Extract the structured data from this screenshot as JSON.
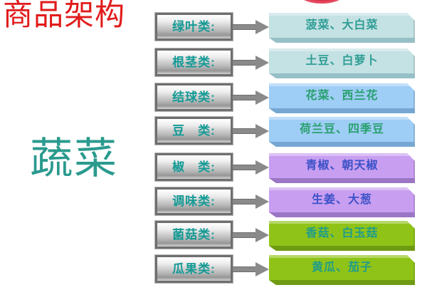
{
  "page": {
    "title": "商品架构",
    "side_label": "蔬菜"
  },
  "colors": {
    "title_red": "#e11b1b",
    "side_label_teal": "#2a9a8e",
    "category_box_text": "#149a95",
    "arrow_gray": "#8a8a8a",
    "group_cyan_fill": "#c4e1e4",
    "group_cyan_text": "#2f9e94",
    "group_blue_fill": "#9ecdf5",
    "group_blue_text": "#28a06e",
    "group_purple_fill": "#c89ef0",
    "group_purple_text": "#3c52c8",
    "group_green_fill": "#90c318",
    "group_green_text": "#1f9d8a"
  },
  "rows": [
    {
      "category": "绿叶类:",
      "items": "菠菜、大白菜",
      "group": "cyan"
    },
    {
      "category": "根茎类:",
      "items": "土豆、白萝卜",
      "group": "cyan"
    },
    {
      "category": "结球类:",
      "items": "花菜、西兰花",
      "group": "blue"
    },
    {
      "category": "豆　类:",
      "items": "荷兰豆、四季豆",
      "group": "blue"
    },
    {
      "category": "椒　类:",
      "items": "青椒、朝天椒",
      "group": "purple"
    },
    {
      "category": "调味类:",
      "items": "生姜、大葱",
      "group": "purple"
    },
    {
      "category": "菌菇类:",
      "items": "香菇、白玉菇",
      "group": "green"
    },
    {
      "category": "瓜果类:",
      "items": "黄瓜、茄子",
      "group": "green"
    }
  ]
}
